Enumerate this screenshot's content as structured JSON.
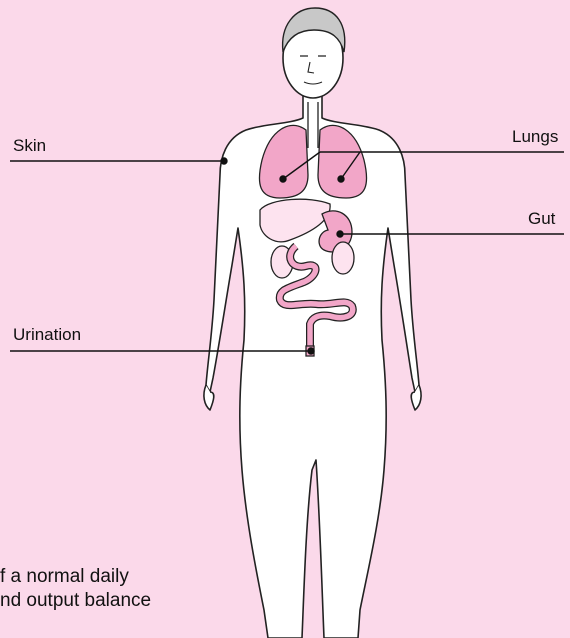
{
  "figure": {
    "background": "#fbd9ea",
    "organ_fill": "#f2a6c8",
    "outline_color": "#222222",
    "labels": {
      "skin": "Skin",
      "lungs": "Lungs",
      "gut": "Gut",
      "urination": "Urination"
    },
    "caption_lines": [
      "f a normal daily",
      "nd output balance"
    ]
  }
}
